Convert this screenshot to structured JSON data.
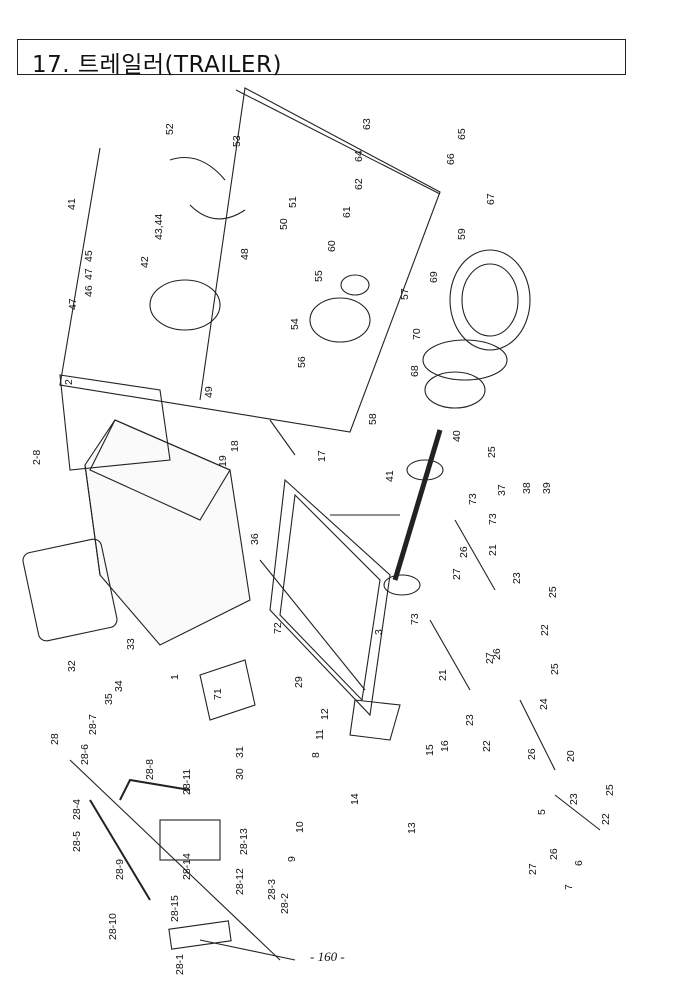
{
  "page": {
    "section_title": "17. 트레일러(TRAILER)",
    "page_number": "- 160 -"
  },
  "part_labels": [
    "1",
    "2",
    "2-8",
    "3",
    "5",
    "6",
    "7",
    "8",
    "9",
    "10",
    "11",
    "12",
    "13",
    "14",
    "15",
    "16",
    "17",
    "18",
    "19",
    "20",
    "21",
    "21",
    "22",
    "22",
    "22",
    "23",
    "23",
    "23",
    "24",
    "25",
    "25",
    "25",
    "25",
    "26",
    "26",
    "26",
    "26",
    "27",
    "27",
    "27",
    "28",
    "28-1",
    "28-2",
    "28-3",
    "28-4",
    "28-5",
    "28-6",
    "28-7",
    "28-8",
    "28-9",
    "28-10",
    "28-11",
    "28-12",
    "28-13",
    "28-14",
    "28-15",
    "29",
    "30",
    "31",
    "32",
    "33",
    "34",
    "35",
    "36",
    "37",
    "38",
    "39",
    "40",
    "41",
    "41",
    "42",
    "43,44",
    "45",
    "46",
    "47",
    "47",
    "48",
    "49",
    "50",
    "51",
    "52",
    "53",
    "54",
    "55",
    "56",
    "57",
    "58",
    "59",
    "60",
    "61",
    "62",
    "63",
    "64",
    "65",
    "66",
    "67",
    "68",
    "69",
    "70",
    "71",
    "72",
    "73",
    "73",
    "73"
  ]
}
